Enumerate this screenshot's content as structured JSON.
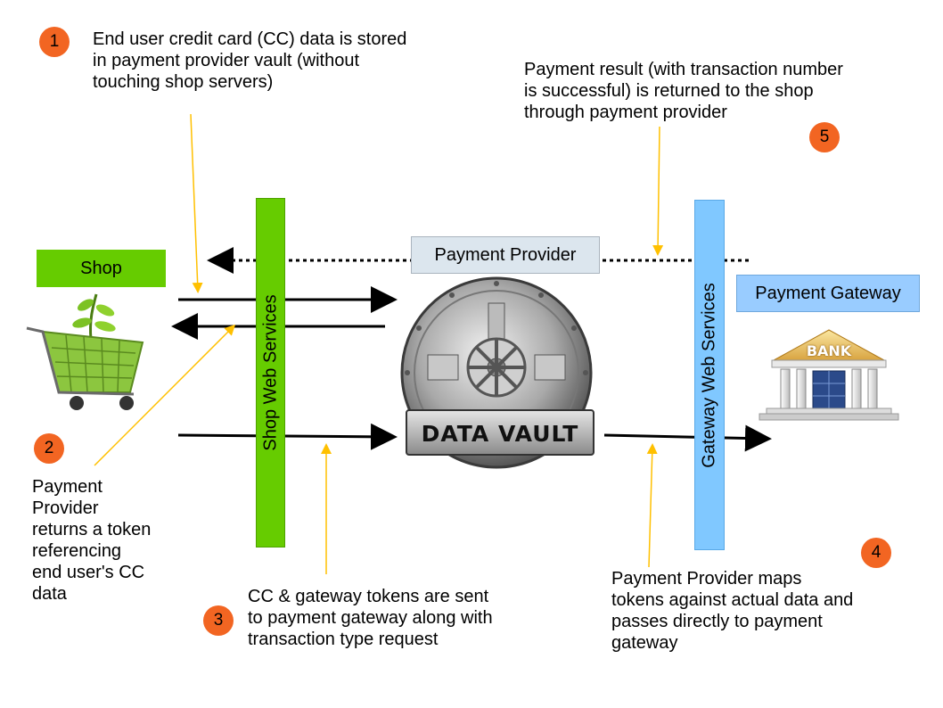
{
  "steps": [
    {
      "number": "1",
      "text": "End user credit card (CC) data is stored\nin payment provider vault (without\ntouching shop servers)"
    },
    {
      "number": "2",
      "text": "Payment\nProvider\nreturns a token\nreferencing\nend user's CC\ndata"
    },
    {
      "number": "3",
      "text": "CC & gateway tokens are sent\nto payment gateway along with\ntransaction type request"
    },
    {
      "number": "4",
      "text": "Payment Provider maps\ntokens against actual data and\npasses directly to payment\ngateway"
    },
    {
      "number": "5",
      "text": "Payment result (with transaction number\nis successful) is returned to the shop\nthrough payment provider"
    }
  ],
  "labels": {
    "shop": "Shop",
    "payment_provider": "Payment Provider",
    "payment_gateway": "Payment Gateway",
    "shop_web_services": "Shop Web Services",
    "gateway_web_services": "Gateway Web Services",
    "data_vault": "DATA VAULT",
    "bank": "BANK"
  },
  "colors": {
    "badge": "#f26522",
    "shop_box": "#66cc00",
    "shop_services_bar": "#66cc00",
    "gateway_services_bar": "#80c8ff",
    "gateway_box": "#99ccff",
    "provider_box": "#dce6ee",
    "callout_line": "#ffc000"
  },
  "icons": {
    "shop": "shopping-cart-icon",
    "vault": "vault-door-icon",
    "bank": "bank-building-icon"
  }
}
